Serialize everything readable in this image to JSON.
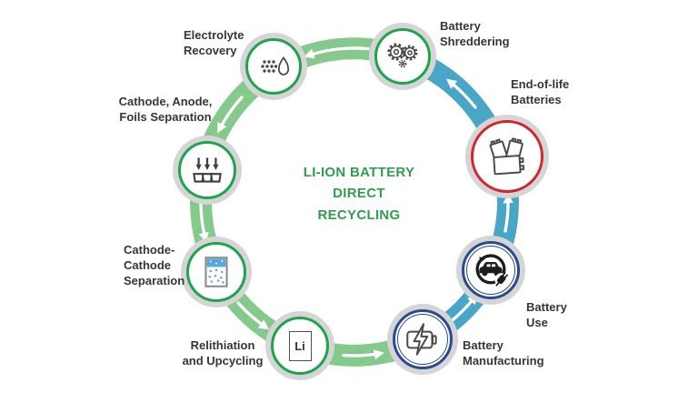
{
  "title": {
    "text": "LI-ION BATTERY\nDIRECT\nRECYCLING"
  },
  "nodes": [
    {
      "id": "end-of-life-batteries",
      "label": "End-of-life\nBatteries",
      "ring": "red",
      "icon": "end-of-life-batteries-icon"
    },
    {
      "id": "battery-shreddering",
      "label": "Battery\nShreddering",
      "ring": "green",
      "icon": "gears-icon"
    },
    {
      "id": "electrolyte-recovery",
      "label": "Electrolyte\nRecovery",
      "ring": "green",
      "icon": "particles-droplet-icon"
    },
    {
      "id": "cathode-anode-foils-separation",
      "label": "Cathode, Anode,\nFoils Separation",
      "ring": "green",
      "icon": "sorting-bins-icon"
    },
    {
      "id": "cathode-cathode-separation",
      "label": "Cathode-\nCathode\nSeparation",
      "ring": "green",
      "icon": "settling-tank-icon"
    },
    {
      "id": "relithiation-and-upcycling",
      "label": "Relithiation\nand Upcycling",
      "ring": "green",
      "icon": "lithium-box-icon",
      "icon_text": "Li"
    },
    {
      "id": "battery-manufacturing",
      "label": "Battery\nManufacturing",
      "ring": "navy",
      "icon": "battery-lightning-icon"
    },
    {
      "id": "battery-use",
      "label": "Battery\nUse",
      "ring": "navy",
      "icon": "ev-car-plug-icon"
    }
  ],
  "flow_order": [
    "end-of-life-batteries",
    "battery-shreddering",
    "electrolyte-recovery",
    "cathode-anode-foils-separation",
    "cathode-cathode-separation",
    "relithiation-and-upcycling",
    "battery-manufacturing",
    "battery-use"
  ],
  "colors": {
    "green-arc": "#85c98c",
    "teal-arc": "#4aa6c6",
    "green-ring": "#1fa44d",
    "red-ring": "#d0262f",
    "navy-ring": "#2b4a90",
    "halo": "#d5d5d5",
    "label-text": "#363636",
    "title-text": "#2f9e50",
    "icon-stroke": "#4a4a4a",
    "icon-dark": "#1c1c1c",
    "icon-blue": "#58a8dd"
  }
}
